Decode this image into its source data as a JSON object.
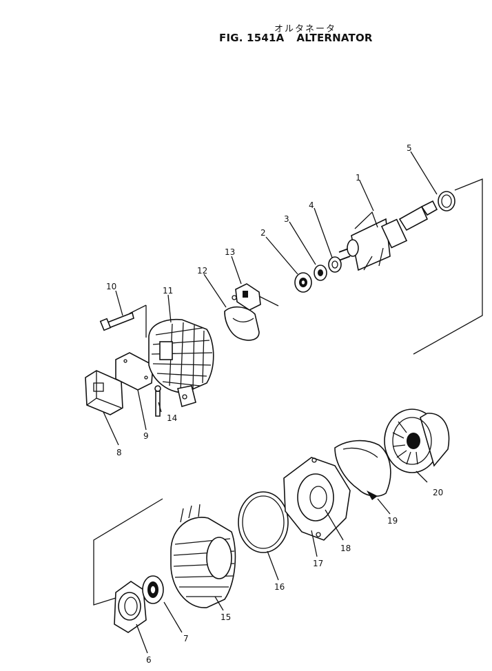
{
  "header": {
    "kana": "オルタネータ",
    "fig_number": "FIG. 1541A",
    "fig_title": "ALTERNATOR"
  },
  "parts": [
    {
      "id": "1",
      "label": "1"
    },
    {
      "id": "2",
      "label": "2"
    },
    {
      "id": "3",
      "label": "3"
    },
    {
      "id": "4",
      "label": "4"
    },
    {
      "id": "5",
      "label": "5"
    },
    {
      "id": "6",
      "label": "6"
    },
    {
      "id": "7",
      "label": "7"
    },
    {
      "id": "8",
      "label": "8"
    },
    {
      "id": "9",
      "label": "9"
    },
    {
      "id": "10",
      "label": "10"
    },
    {
      "id": "11",
      "label": "11"
    },
    {
      "id": "12",
      "label": "12"
    },
    {
      "id": "13",
      "label": "13"
    },
    {
      "id": "14",
      "label": "14"
    },
    {
      "id": "15",
      "label": "15"
    },
    {
      "id": "16",
      "label": "16"
    },
    {
      "id": "17",
      "label": "17"
    },
    {
      "id": "18",
      "label": "18"
    },
    {
      "id": "19",
      "label": "19"
    },
    {
      "id": "20",
      "label": "20"
    }
  ]
}
